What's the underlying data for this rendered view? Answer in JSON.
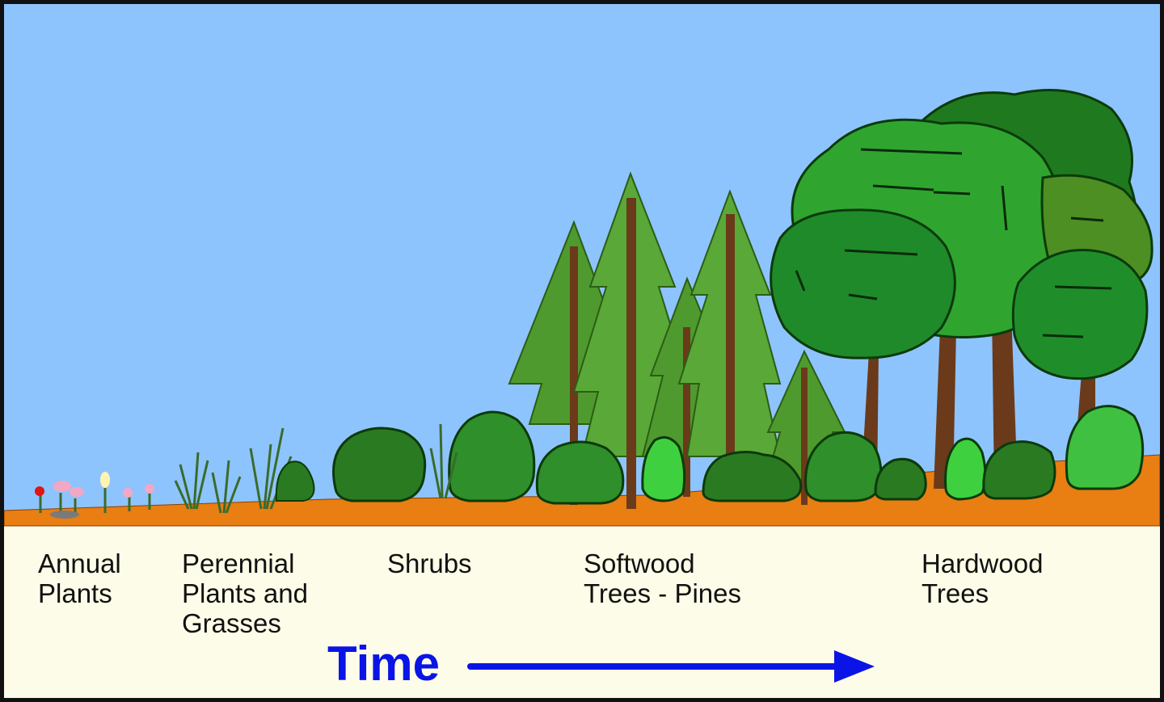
{
  "colors": {
    "sky": "#8ec4fd",
    "soil": "#e97e12",
    "ground": "#fdfce8",
    "time_accent": "#0a14e6"
  },
  "stages": [
    {
      "id": "annual",
      "label": "Annual\nPlants"
    },
    {
      "id": "perennial",
      "label": "Perennial\nPlants and\nGrasses"
    },
    {
      "id": "shrubs",
      "label": "Shrubs"
    },
    {
      "id": "softwood",
      "label": "Softwood\nTrees - Pines"
    },
    {
      "id": "hardwood",
      "label": "Hardwood\nTrees"
    }
  ],
  "time": {
    "label": "Time"
  }
}
